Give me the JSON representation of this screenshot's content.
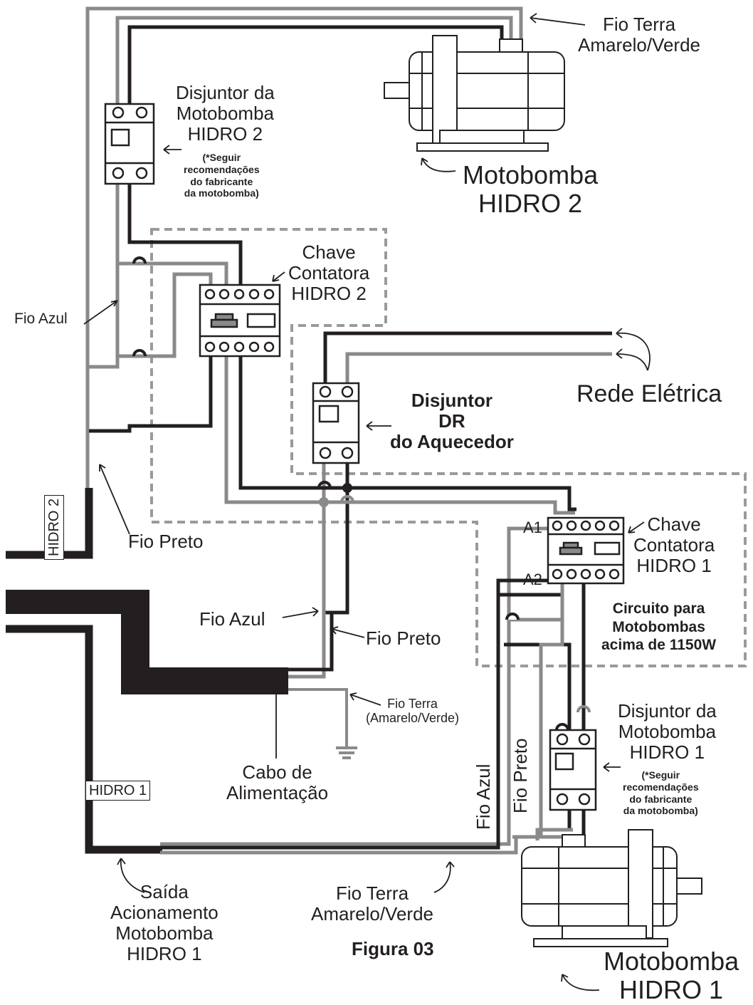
{
  "labels": {
    "fio_terra_top": [
      "Fio Terra",
      "Amarelo/Verde"
    ],
    "disjuntor_hidro2": [
      "Disjuntor da",
      "Motobomba",
      "HIDRO 2"
    ],
    "disjuntor_hidro2_note": [
      "(*Seguir",
      "recomendações",
      "do fabricante",
      "da motobomba)"
    ],
    "motobomba_hidro2": [
      "Motobomba",
      "HIDRO 2"
    ],
    "chave_contatora_hidro2": [
      "Chave",
      "Contatora",
      "HIDRO 2"
    ],
    "fio_azul_left": "Fio Azul",
    "hidro2_tag": "HIDRO 2",
    "fio_preto_left": "Fio Preto",
    "rede_eletrica": "Rede Elétrica",
    "disjuntor_dr": [
      "Disjuntor",
      "DR",
      "do Aquecedor"
    ],
    "a1": "A1",
    "a2": "A2",
    "chave_contatora_hidro1": [
      "Chave",
      "Contatora",
      "HIDRO 1"
    ],
    "circuito": [
      "Circuito para",
      "Motobombas",
      "acima de 1150W"
    ],
    "fio_azul_center": "Fio Azul",
    "fio_preto_center": "Fio Preto",
    "fio_terra_cabo": [
      "Fio Terra",
      "(Amarelo/Verde)"
    ],
    "cabo": [
      "Cabo de",
      "Alimentação"
    ],
    "hidro1_tag": "HIDRO 1",
    "fio_azul_vertical": "Fio Azul",
    "fio_preto_vertical": "Fio Preto",
    "disjuntor_hidro1": [
      "Disjuntor da",
      "Motobomba",
      "HIDRO 1"
    ],
    "disjuntor_hidro1_note": [
      "(*Seguir",
      "recomendações",
      "do fabricante",
      "da motobomba)"
    ],
    "saida": [
      "Saída",
      "Acionamento",
      "Motobomba",
      "HIDRO 1"
    ],
    "fio_terra_bottom": [
      "Fio Terra",
      "Amarelo/Verde"
    ],
    "figura": "Figura 03",
    "motobomba_hidro1": [
      "Motobomba",
      "HIDRO 1"
    ]
  },
  "colors": {
    "black_wire": "#231f20",
    "gray_wire": "#8a8a8a",
    "dashed_box": "#9a9a9a"
  }
}
